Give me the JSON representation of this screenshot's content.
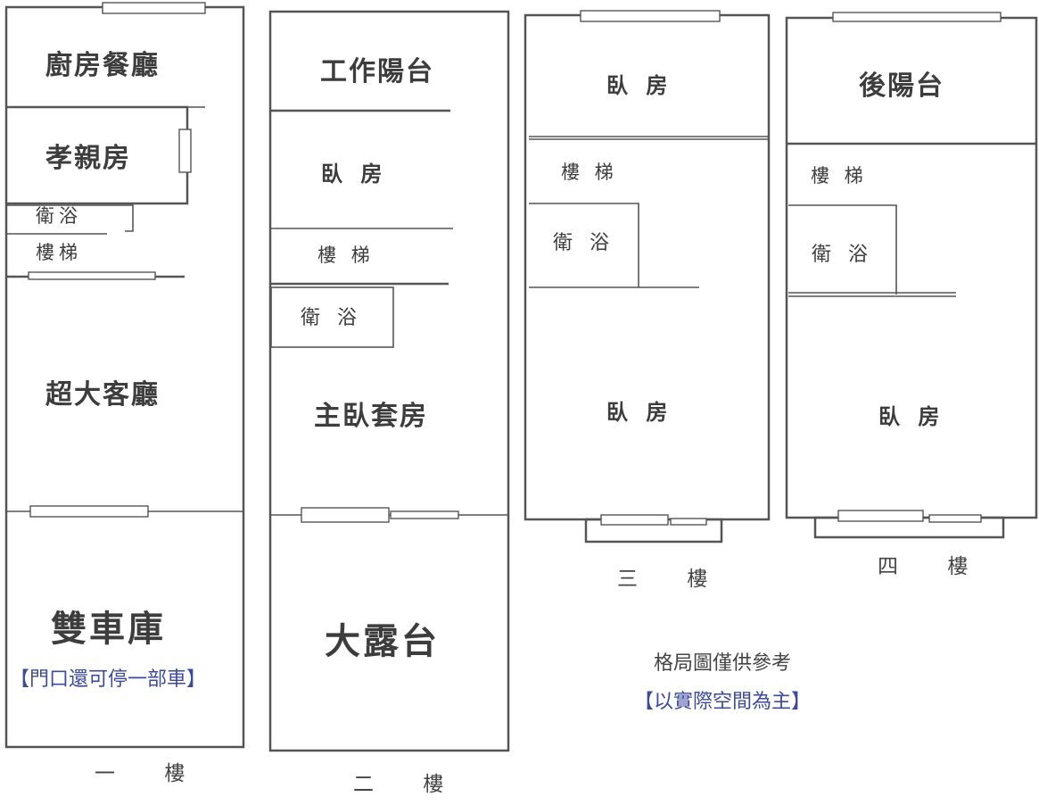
{
  "floors": {
    "f1": {
      "label": "一 樓",
      "rooms": {
        "kitchen": "廚房餐廳",
        "elder_room": "孝親房",
        "bath": "衛浴",
        "stairs": "樓梯",
        "living": "超大客廳",
        "garage": "雙車庫",
        "garage_note": "【門口還可停一部車】"
      }
    },
    "f2": {
      "label": "二 樓",
      "rooms": {
        "balcony": "工作陽台",
        "bedroom": "臥 房",
        "stairs": "樓 梯",
        "bath": "衛 浴",
        "master": "主臥套房",
        "terrace": "大露台"
      }
    },
    "f3": {
      "label": "三 樓",
      "rooms": {
        "bedroom_top": "臥 房",
        "stairs": "樓 梯",
        "bath": "衛 浴",
        "bedroom_bottom": "臥 房"
      }
    },
    "f4": {
      "label": "四 樓",
      "rooms": {
        "back_balcony": "後陽台",
        "stairs": "樓 梯",
        "bath": "衛 浴",
        "bedroom": "臥 房"
      }
    }
  },
  "notes": {
    "line1": "格局圖僅供參考",
    "line2": "【以實際空間為主】"
  },
  "colors": {
    "wall": "#555555",
    "text": "#3d3d3d",
    "note_blue": "#3b4a9c"
  }
}
